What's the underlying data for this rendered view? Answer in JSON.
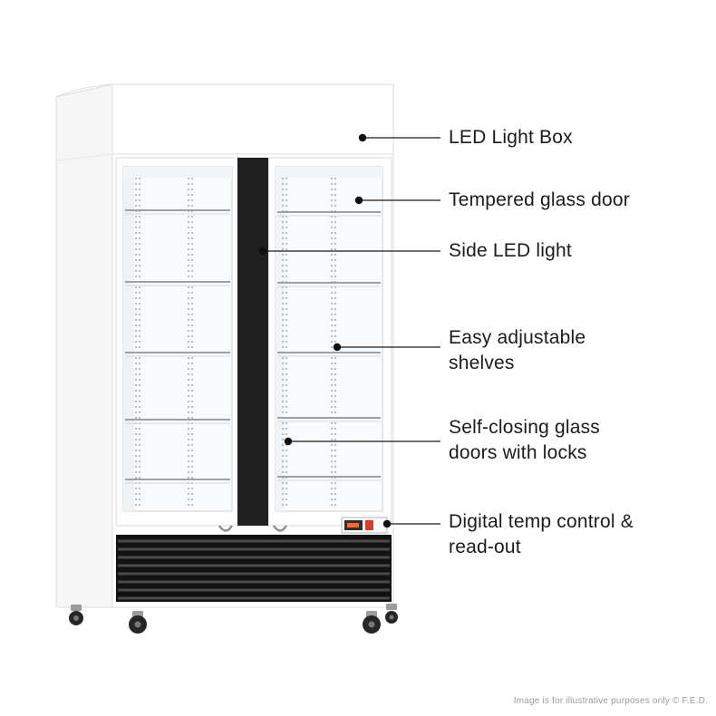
{
  "page": {
    "background": "#ffffff"
  },
  "callouts": [
    {
      "label": "LED Light Box"
    },
    {
      "label": "Tempered glass door"
    },
    {
      "label": "Side LED light"
    },
    {
      "label": "Easy adjustable shelves"
    },
    {
      "label": "Self-closing glass doors with locks"
    },
    {
      "label": "Digital temp control & read-out"
    }
  ],
  "footer": {
    "disclaimer": "Image is for illustrative purposes only © F.E.D."
  },
  "colors": {
    "label_text": "#1b1b1b",
    "leader_line": "#1a1a1a",
    "mullion_black": "#202020",
    "grille_black": "#121212",
    "display_accent_orange": "#ff6a2a",
    "display_accent_red": "#d23f2e"
  }
}
